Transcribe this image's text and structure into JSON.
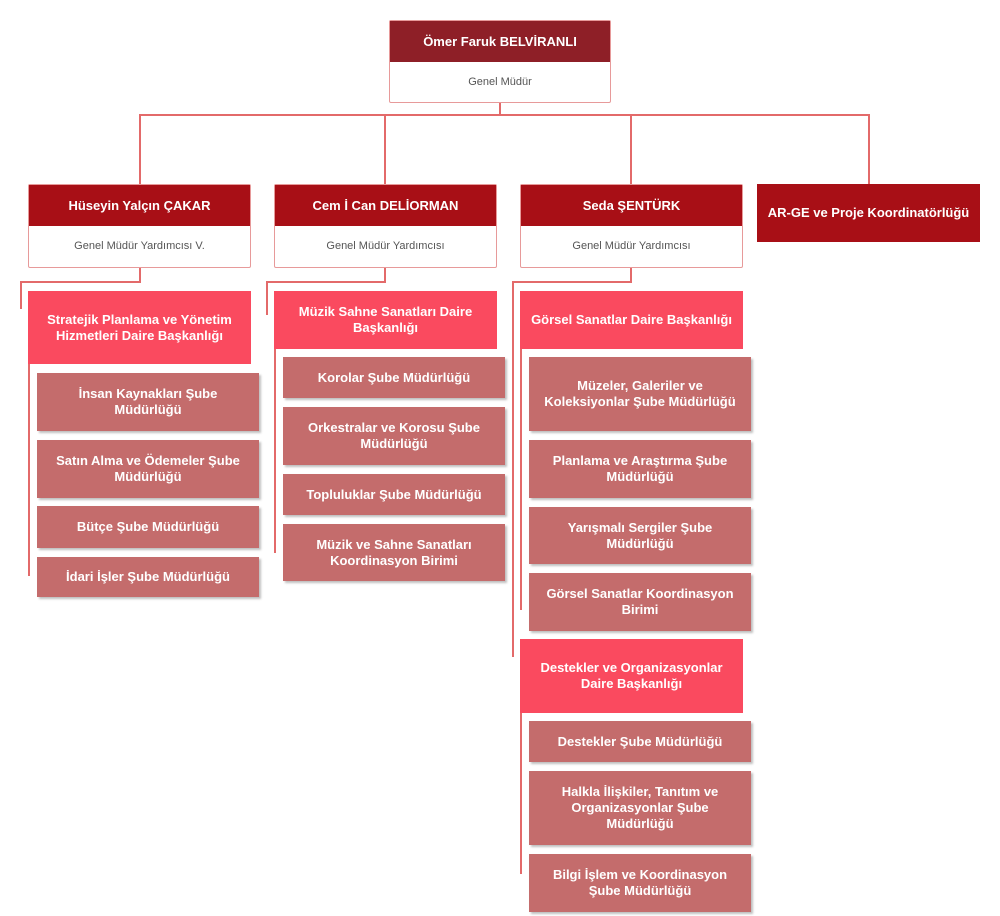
{
  "ceo": {
    "name": "Ömer Faruk BELVİRANLI",
    "title": "Genel Müdür"
  },
  "deputies": [
    {
      "name": "Hüseyin Yalçın ÇAKAR",
      "title": "Genel Müdür Yardımcısı V."
    },
    {
      "name": "Cem İ Can DELİORMAN",
      "title": "Genel Müdür Yardımcısı"
    },
    {
      "name": "Seda ŞENTÜRK",
      "title": "Genel Müdür Yardımcısı"
    }
  ],
  "arge": "AR-GE ve Proje Koordinatörlüğü",
  "col1": {
    "dept": "Stratejik Planlama ve Yönetim Hizmetleri Daire Başkanlığı",
    "units": [
      "İnsan Kaynakları Şube Müdürlüğü",
      "Satın Alma ve Ödemeler Şube Müdürlüğü",
      "Bütçe Şube Müdürlüğü",
      "İdari İşler Şube Müdürlüğü"
    ]
  },
  "col2": {
    "dept": "Müzik Sahne Sanatları Daire Başkanlığı",
    "units": [
      "Korolar Şube Müdürlüğü",
      "Orkestralar ve Korosu Şube Müdürlüğü",
      "Topluluklar Şube Müdürlüğü",
      "Müzik ve Sahne Sanatları Koordinasyon Birimi"
    ]
  },
  "col3": {
    "dept1": "Görsel Sanatlar Daire Başkanlığı",
    "units1": [
      "Müzeler, Galeriler ve Koleksiyonlar Şube Müdürlüğü",
      "Planlama ve Araştırma Şube Müdürlüğü",
      "Yarışmalı Sergiler Şube Müdürlüğü",
      "Görsel Sanatlar Koordinasyon Birimi"
    ],
    "dept2": "Destekler ve Organizasyonlar Daire Başkanlığı",
    "units2": [
      "Destekler Şube Müdürlüğü",
      "Halkla İlişkiler, Tanıtım ve Organizasyonlar Şube Müdürlüğü",
      "Bilgi İşlem ve Koordinasyon Şube Müdürlüğü"
    ]
  },
  "colors": {
    "ceo": "#8e1f27",
    "deputy": "#a80f16",
    "dept": "#fa4a5f",
    "unit": "#c46c6c",
    "line": "#e36a6a"
  }
}
